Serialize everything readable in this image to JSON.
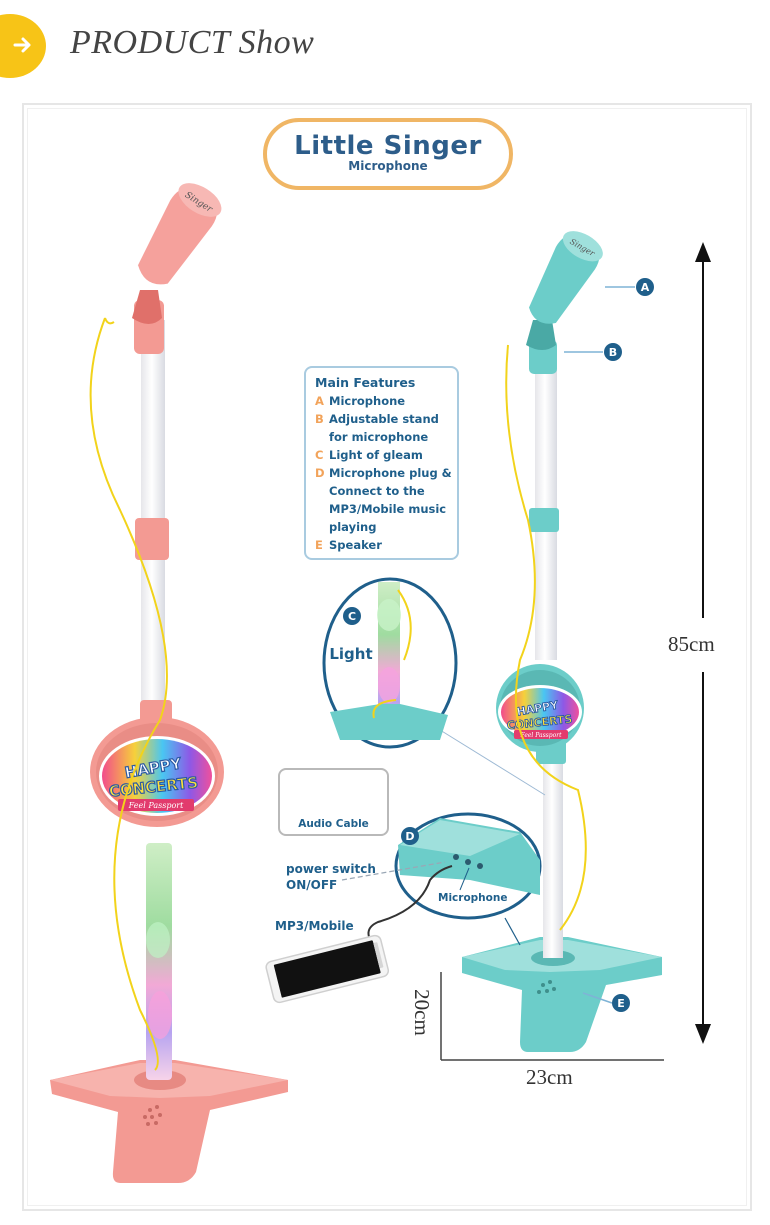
{
  "header": {
    "title": "PRODUCT Show",
    "accent_color": "#f7c417",
    "icon": "arrow-right-icon"
  },
  "logo": {
    "title": "Little Singer",
    "subtitle": "Microphone",
    "border_color": "#f0b665",
    "text_color": "#2d5d8a"
  },
  "badge": {
    "line1": "HAPPY",
    "line2": "CONCERTS",
    "ribbon": "Feel Passport"
  },
  "mic_brand": "Singer",
  "features": {
    "title": "Main Features",
    "items": [
      {
        "letter": "A",
        "text": "Microphone"
      },
      {
        "letter": "B",
        "text": "Adjustable stand for microphone"
      },
      {
        "letter": "C",
        "text": "Light of gleam"
      },
      {
        "letter": "D",
        "text": "Microphone plug & Connect to the MP3/Mobile music playing"
      },
      {
        "letter": "E",
        "text": "Speaker"
      }
    ]
  },
  "callouts": {
    "a": "A",
    "b": "B",
    "c": "C",
    "d": "D",
    "e": "E"
  },
  "labels": {
    "light": "Light",
    "audio_cable": "Audio Cable",
    "power_switch_line1": "power switch",
    "power_switch_line2": "ON/OFF",
    "microphone": "Microphone",
    "mp3_mobile": "MP3/Mobile"
  },
  "dimensions": {
    "height": "85cm",
    "depth": "20cm",
    "width": "23cm"
  },
  "colors": {
    "pink": "#f39a93",
    "teal": "#6ccdc9",
    "navy": "#1f5f8b",
    "cable": "#f2d31b"
  }
}
